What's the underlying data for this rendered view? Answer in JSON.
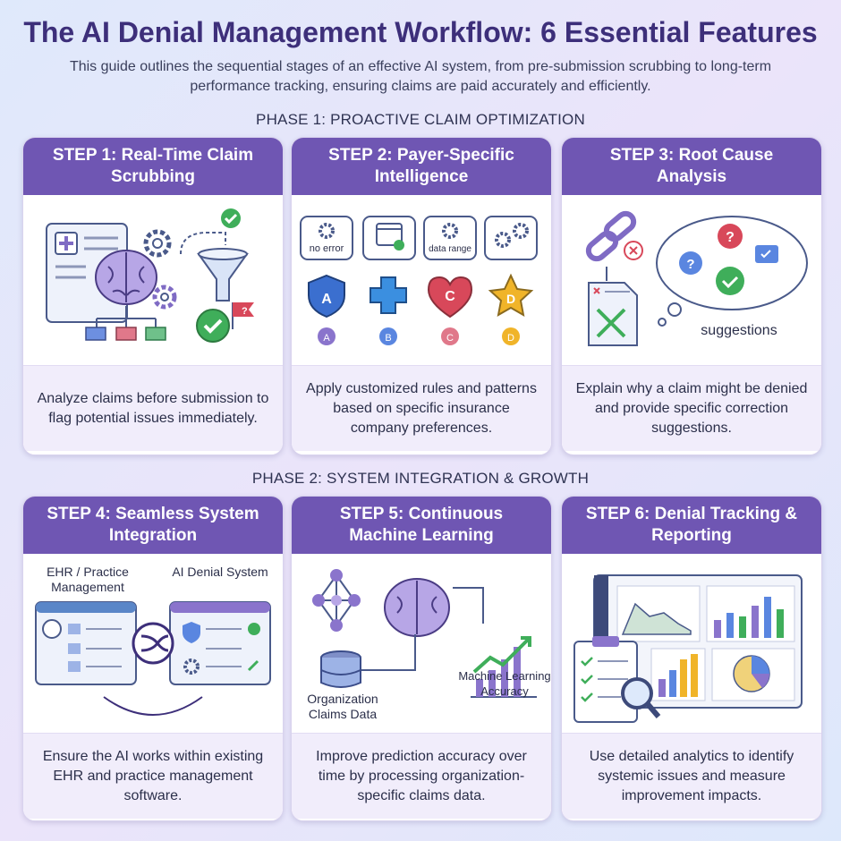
{
  "title": "The AI Denial Management Workflow: 6 Essential Features",
  "subtitle": "This guide outlines the sequential stages of an effective AI system, from pre-submission scrubbing to long-term performance tracking, ensuring claims are paid accurately and efficiently.",
  "phases": [
    {
      "label": "PHASE 1: PROACTIVE CLAIM OPTIMIZATION"
    },
    {
      "label": "PHASE 2: SYSTEM INTEGRATION & GROWTH"
    }
  ],
  "steps": [
    {
      "title": "STEP 1: Real-Time Claim Scrubbing",
      "description": "Analyze claims before submission to flag potential issues immediately.",
      "labels": {
        "flag": "?"
      }
    },
    {
      "title": "STEP 2: Payer-Specific Intelligence",
      "description": "Apply customized rules and patterns based on specific insurance company preferences.",
      "labels": {
        "bubble1": "no error",
        "bubble3": "data range",
        "a": "A",
        "b": "B",
        "c": "C",
        "d": "D"
      }
    },
    {
      "title": "STEP 3: Root Cause Analysis",
      "description": "Explain why a claim might be denied and provide specific correction suggestions.",
      "labels": {
        "suggestions": "suggestions",
        "q": "?"
      }
    },
    {
      "title": "STEP 4: Seamless System Integration",
      "description": "Ensure the AI works within existing EHR and practice management software.",
      "labels": {
        "left": "EHR / Practice Management",
        "right": "AI Denial System"
      }
    },
    {
      "title": "STEP 5: Continuous Machine Learning",
      "description": "Improve prediction accuracy over time by processing organization-specific claims data.",
      "labels": {
        "data": "Organization Claims Data",
        "accuracy": "Machine Learning Accuracy"
      }
    },
    {
      "title": "STEP 6: Denial Tracking & Reporting",
      "description": "Use detailed analytics to identify systemic issues and measure improvement impacts.",
      "labels": {}
    }
  ],
  "colors": {
    "header": "#6f56b3",
    "accent_purple": "#8a74cc",
    "green": "#3fae5a",
    "blue": "#3b6fcf",
    "red": "#d8485a",
    "yellow": "#f0b429",
    "teal": "#5a86c8"
  }
}
